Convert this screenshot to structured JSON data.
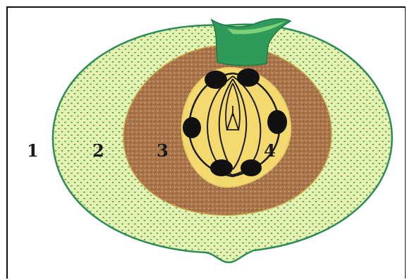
{
  "diagram": {
    "labels": [
      {
        "id": "1",
        "text": "1"
      },
      {
        "id": "2",
        "text": "2"
      },
      {
        "id": "3",
        "text": "3"
      },
      {
        "id": "4",
        "text": "4"
      }
    ],
    "colors": {
      "outer_layer_fill": "#e6f2b3",
      "outer_layer_dots": "#3f9a3f",
      "outer_outline": "#2e8b57",
      "middle_layer_fill": "#a9744a",
      "middle_layer_speckle": "#d9b48a",
      "inner_core_fill": "#f4d96e",
      "inner_core_outline": "#e8cf6a",
      "lines": "#1a1a1a",
      "spots": "#111111",
      "stalk_fill": "#2f9a5a",
      "stalk_highlight": "#7fd07a"
    }
  }
}
